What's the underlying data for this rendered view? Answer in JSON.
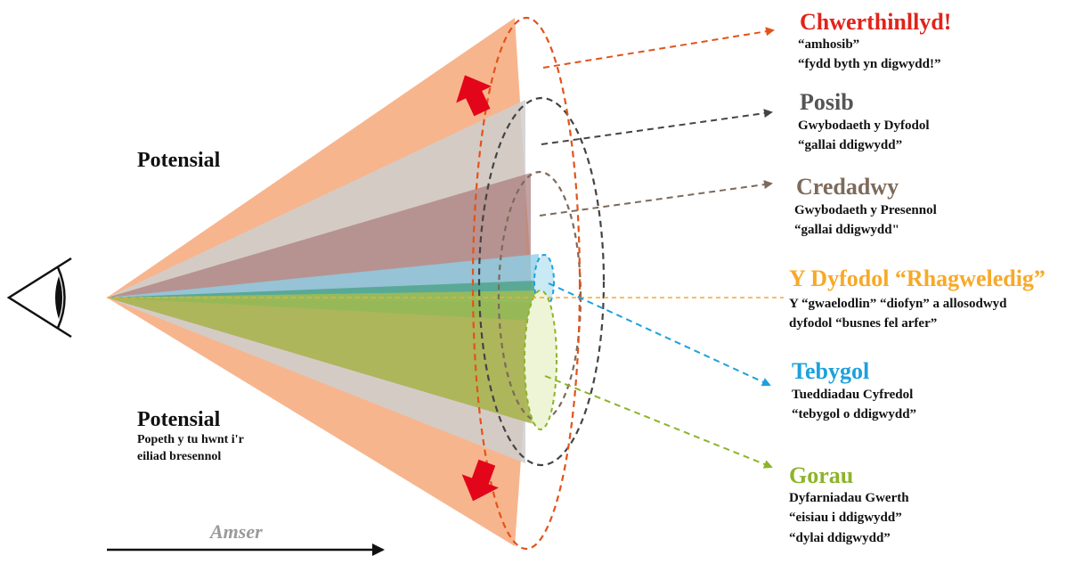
{
  "colors": {
    "preposterous": "#e2231a",
    "possible": "#555555",
    "plausible": "#7d6a5a",
    "projected": "#f7a928",
    "probable": "#1da1dc",
    "preferable": "#8cb42a",
    "arrow": "#e3061a",
    "time_label": "#9a9a9a"
  },
  "icons": {
    "eye": "eye-icon",
    "arrow_up": "red-arrow-up-icon",
    "arrow_down": "red-arrow-down-icon"
  },
  "left": {
    "potential_top": "Potensial",
    "potential_bottom": "Potensial",
    "potential_sub_1": "Popeth y tu hwnt i'r",
    "potential_sub_2": "eiliad bresennol",
    "time": "Amser"
  },
  "futures": {
    "preposterous": {
      "title": "Chwerthinllyd!",
      "line1": "“amhosib”",
      "line2": "“fydd byth yn digwydd!”"
    },
    "possible": {
      "title": "Posib",
      "line1": "Gwybodaeth y Dyfodol",
      "line2": "“gallai ddigwydd”"
    },
    "plausible": {
      "title": "Credadwy",
      "line1": "Gwybodaeth y Presennol",
      "line2": "“gallai ddigwydd\""
    },
    "projected": {
      "title": "Y Dyfodol “Rhagweledig”",
      "line1": "Y “gwaelodlin” “diofyn” a allosodwyd",
      "line2": "dyfodol “busnes fel arfer”"
    },
    "probable": {
      "title": "Tebygol",
      "line1": "Tueddiadau Cyfredol",
      "line2": "“tebygol o ddigwydd”"
    },
    "preferable": {
      "title": "Gorau",
      "line1": "Dyfarniadau Gwerth",
      "line2": "“eisiau i ddigwydd”",
      "line3": "“dylai ddigwydd”"
    }
  }
}
